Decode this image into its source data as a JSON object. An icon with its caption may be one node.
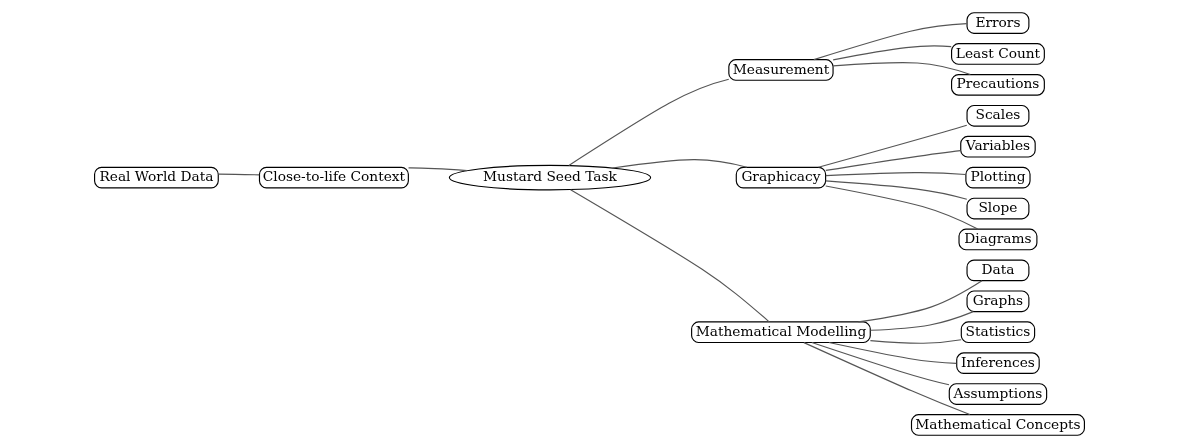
{
  "diagram": {
    "nodes": [
      {
        "text": [
          "Real World Data"
        ]
      },
      {
        "text": [
          "Close-to-life Context"
        ]
      },
      {
        "text": [
          "Mustard Seed Task"
        ]
      },
      {
        "text": [
          "Measurement"
        ]
      },
      {
        "text": [
          "Errors"
        ]
      },
      {
        "text": [
          "Least Count"
        ]
      },
      {
        "text": [
          "Precautions"
        ]
      },
      {
        "text": [
          "Graphicacy"
        ]
      },
      {
        "text": [
          "Scales"
        ]
      },
      {
        "text": [
          "Variables"
        ]
      },
      {
        "text": [
          "Plotting"
        ]
      },
      {
        "text": [
          "Slope"
        ]
      },
      {
        "text": [
          "Diagrams"
        ]
      },
      {
        "text": [
          "Mathematical Modelling"
        ]
      },
      {
        "text": [
          "Data"
        ]
      },
      {
        "text": [
          "Graphs"
        ]
      },
      {
        "text": [
          "Statistics"
        ]
      },
      {
        "text": [
          "Inferences"
        ]
      },
      {
        "text": [
          "Assumptions"
        ]
      },
      {
        "text": [
          "Mathematical Concepts"
        ]
      }
    ],
    "edges": [
      {
        "from": 0,
        "to": 1,
        "arrow": "none"
      },
      {
        "from": 1,
        "to": 2,
        "arrow": "none"
      },
      {
        "from": 2,
        "to": 3,
        "arrow": "none"
      },
      {
        "from": 3,
        "to": 4,
        "arrow": "none"
      },
      {
        "from": 3,
        "to": 5,
        "arrow": "none"
      },
      {
        "from": 3,
        "to": 6,
        "arrow": "none"
      },
      {
        "from": 2,
        "to": 7,
        "arrow": "none"
      },
      {
        "from": 7,
        "to": 8,
        "arrow": "none"
      },
      {
        "from": 7,
        "to": 9,
        "arrow": "none"
      },
      {
        "from": 7,
        "to": 10,
        "arrow": "none"
      },
      {
        "from": 7,
        "to": 11,
        "arrow": "none"
      },
      {
        "from": 7,
        "to": 12,
        "arrow": "none"
      },
      {
        "from": 2,
        "to": 13,
        "arrow": "none"
      },
      {
        "from": 13,
        "to": 14,
        "arrow": "none"
      },
      {
        "from": 13,
        "to": 15,
        "arrow": "none"
      },
      {
        "from": 13,
        "to": 16,
        "arrow": "none"
      },
      {
        "from": 13,
        "to": 17,
        "arrow": "none"
      },
      {
        "from": 13,
        "to": 18,
        "arrow": "none"
      },
      {
        "from": 13,
        "to": 19,
        "arrow": "none"
      }
    ]
  }
}
